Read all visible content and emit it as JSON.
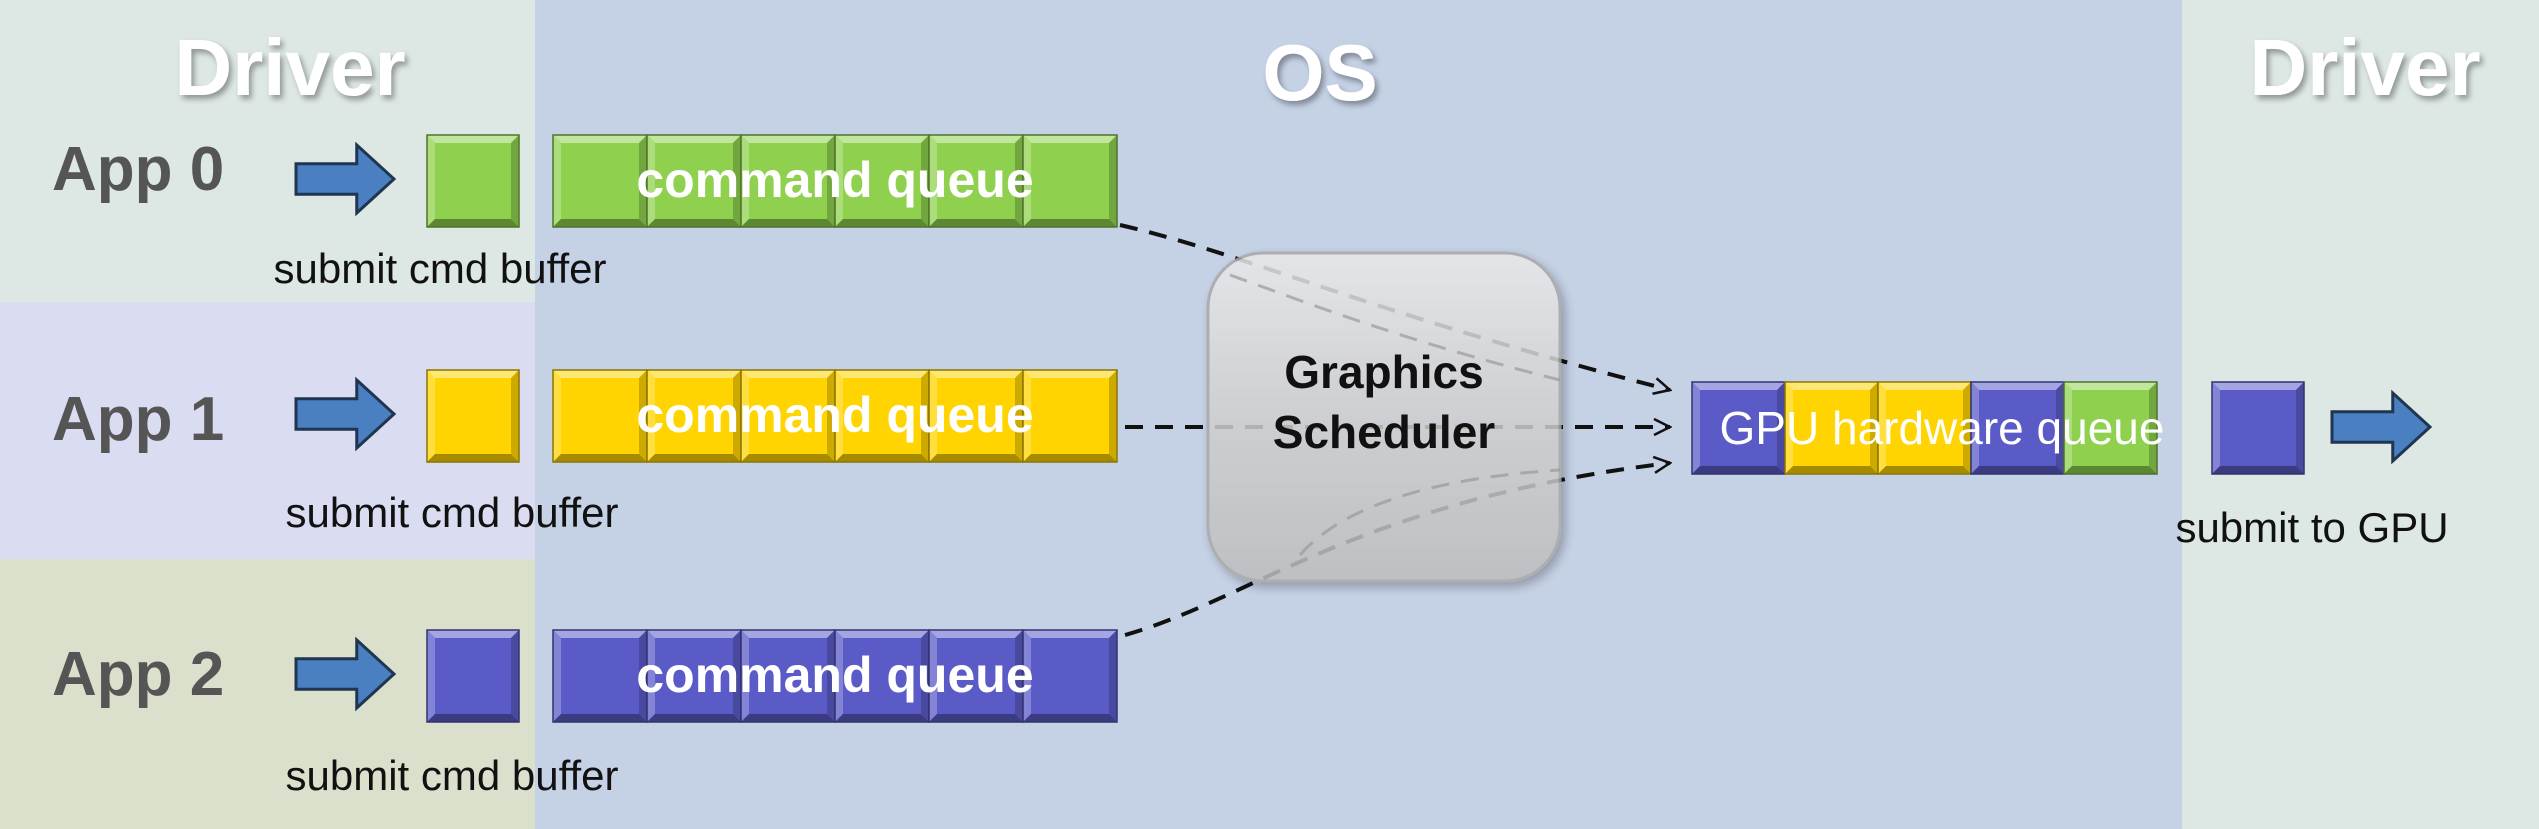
{
  "regions": {
    "left_driver_title": "Driver",
    "os_title": "OS",
    "right_driver_title": "Driver"
  },
  "apps": [
    {
      "label": "App 0",
      "caption": "submit cmd buffer",
      "queue_label": "command queue",
      "color": "green"
    },
    {
      "label": "App 1",
      "caption": "submit cmd buffer",
      "queue_label": "command queue",
      "color": "yellow"
    },
    {
      "label": "App 2",
      "caption": "submit cmd buffer",
      "queue_label": "command queue",
      "color": "blue"
    }
  ],
  "scheduler": {
    "line1": "Graphics",
    "line2": "Scheduler"
  },
  "hardware_queue": {
    "label": "GPU hardware queue",
    "slots": [
      "blue",
      "yellow",
      "yellow",
      "blue",
      "green"
    ]
  },
  "output": {
    "caption": "submit to GPU",
    "color": "blue"
  },
  "colors": {
    "green": "#8fd14f",
    "yellow": "#ffd400",
    "blue": "#5b5bc8",
    "arrow": "#4a7fc1",
    "os_bg": "#c5d1e5",
    "driver_bg": "#dde7e3",
    "app1_bg": "#dadcf2",
    "app2_bg": "#dbe0cc"
  }
}
